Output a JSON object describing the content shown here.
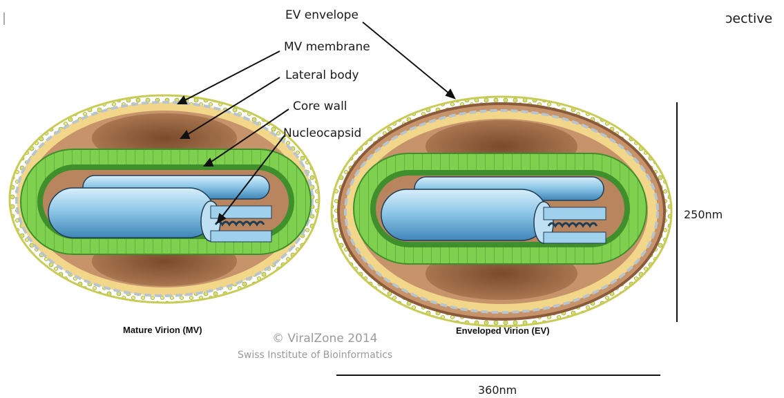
{
  "header": {
    "cropped_text": "ɔective"
  },
  "labels": {
    "ev_envelope": "EV envelope",
    "mv_membrane": "MV membrane",
    "lateral_body": "Lateral body",
    "core_wall": "Core wall",
    "nucleocapsid": "Nucleocapsid"
  },
  "captions": {
    "mature": "Mature Virion (MV)",
    "enveloped": "Enveloped Virion (EV)"
  },
  "measurements": {
    "height": "250nm",
    "width": "360nm"
  },
  "credit": {
    "line1": "© ViralZone 2014",
    "line2": "Swiss Institute of Bioinformatics"
  },
  "colors": {
    "membrane": "#f2d68a",
    "membrane_dots": "#cfd66a",
    "envelope_outline": "#b07b55",
    "lateral_body": "#8a5a3a",
    "brown_fill": "#c6936b",
    "core_wall_green": "#7fd04e",
    "core_dark": "#3f8f2c",
    "capsid_blue": "#8fc8e8"
  }
}
